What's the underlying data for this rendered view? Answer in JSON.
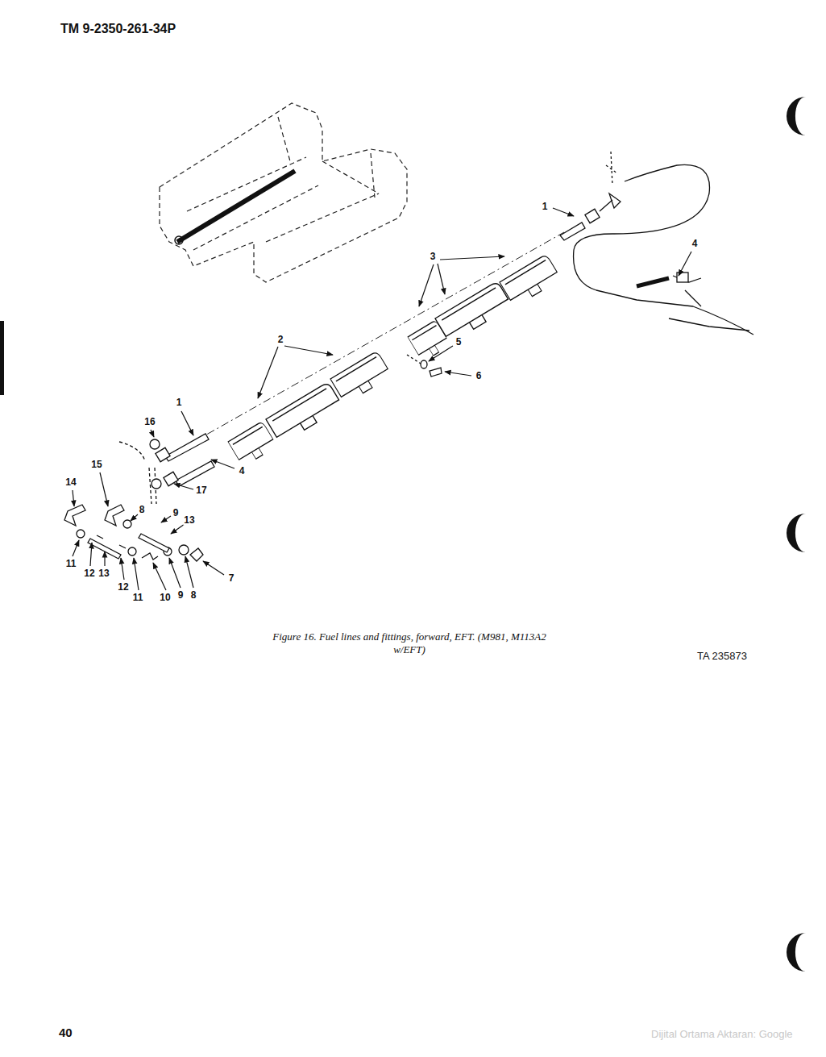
{
  "diagram": {
    "title": "TM 9-2350-261-34P",
    "caption": "Figure 16. Fuel lines and fittings, forward, EFT. (M981, M113A2 w/EFT)",
    "labels": [
      "1",
      "3",
      "4",
      "2",
      "5",
      "6",
      "1",
      "16",
      "15",
      "4",
      "14",
      "17",
      "8",
      "9",
      "13",
      "7",
      "11",
      "12",
      "13",
      "12",
      "11",
      "10",
      "9",
      "8",
      "TA 235873",
      "40",
      "Dijital Ortama Aktaran: Google"
    ]
  }
}
